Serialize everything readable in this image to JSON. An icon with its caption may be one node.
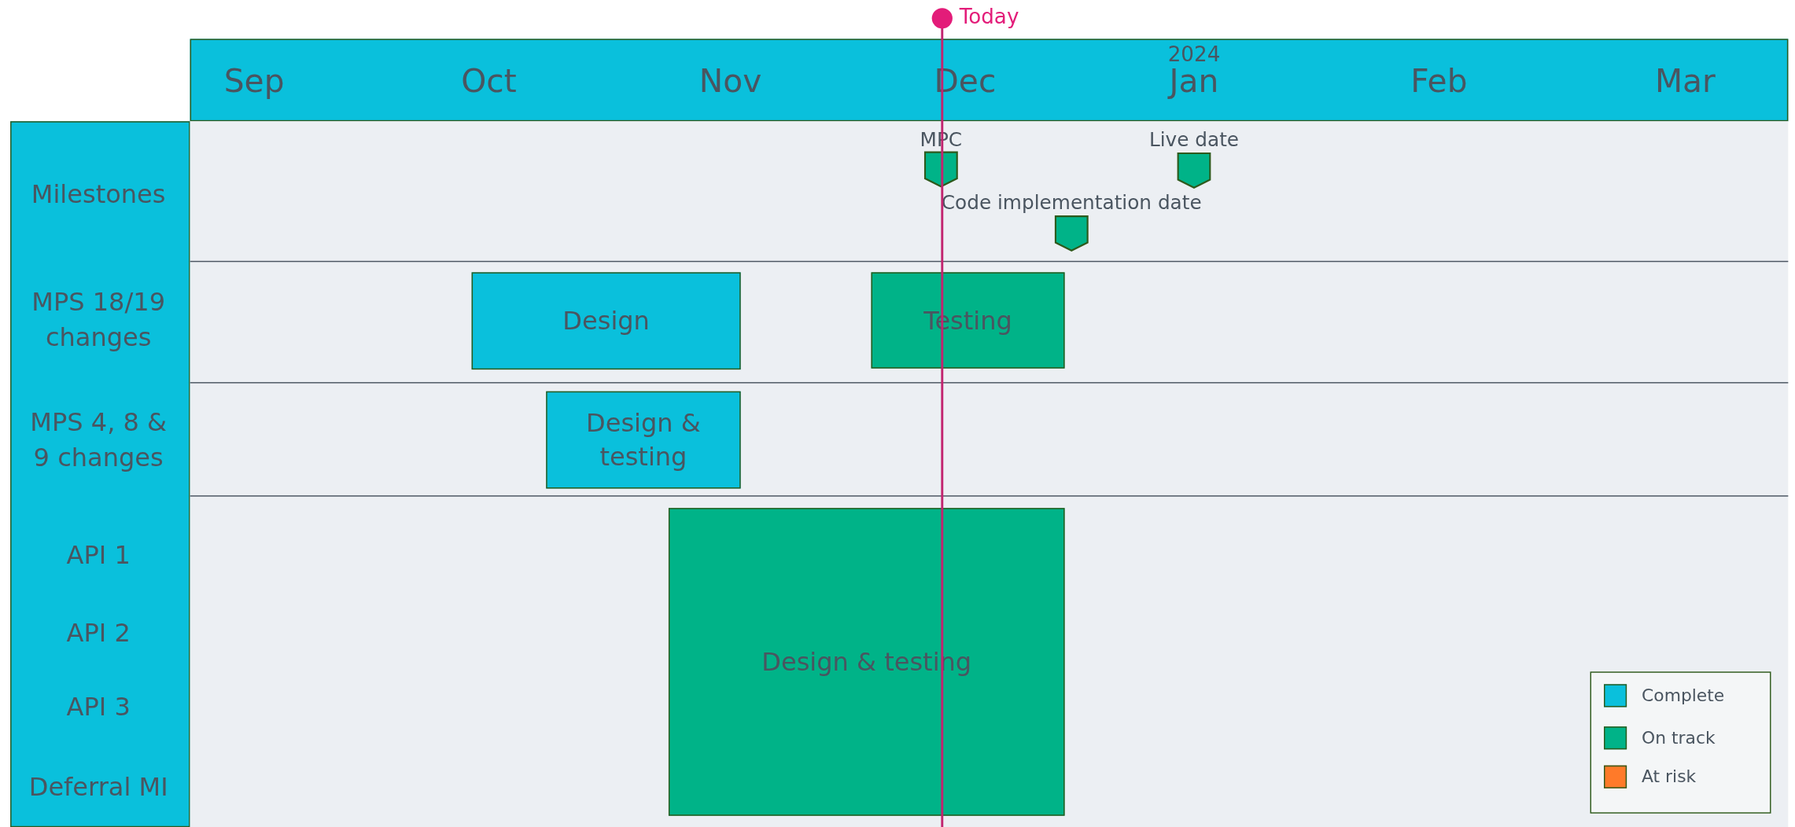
{
  "diagram": {
    "nodes": [
      {
        "text": [
          "Design"
        ]
      },
      {
        "text": [
          "Testing"
        ]
      },
      {
        "text": [
          "Design & testing"
        ]
      },
      {
        "text": [
          "Design & testing"
        ]
      },
      {
        "text": [
          "MPC"
        ]
      },
      {
        "text": [
          "Live date"
        ]
      },
      {
        "text": [
          "Code implementation date"
        ]
      }
    ],
    "edges": [],
    "labels": [
      "Today",
      "2024",
      "Sep",
      "Oct",
      "Nov",
      "Dec",
      "Jan",
      "Feb",
      "Mar",
      "Milestones",
      "MPS 18/19 changes",
      "MPS 4, 8 & 9 changes",
      "API 1",
      "API 2",
      "API 3",
      "Deferral MI"
    ],
    "legend": [
      {
        "text": "Complete",
        "color": "#0ac0dc"
      },
      {
        "text": "On track",
        "color": "#00b388"
      },
      {
        "text": "At risk",
        "color": "#ff7a29"
      }
    ]
  }
}
